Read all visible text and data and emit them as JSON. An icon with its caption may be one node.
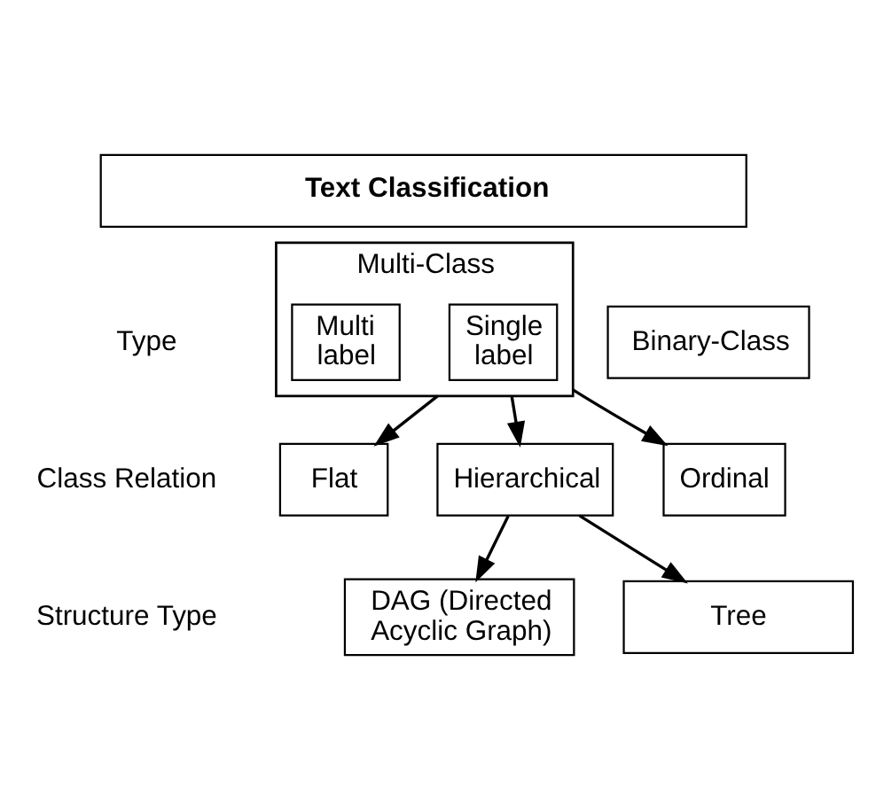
{
  "diagram": {
    "nodes": [
      {
        "text": [
          "Text Classification"
        ]
      },
      {
        "text": [
          "Multi-Class"
        ]
      },
      {
        "text": [
          "Single label"
        ],
        "in": 1
      },
      {
        "text": [
          "Multi label"
        ],
        "in": 1
      },
      {
        "text": [
          "Binary-Class"
        ]
      },
      {
        "text": [
          "Flat"
        ]
      },
      {
        "text": [
          "Hierarchical"
        ]
      },
      {
        "text": [
          "Ordinal"
        ]
      },
      {
        "text": [
          "DAG (Directed Acyclic Graph)"
        ]
      },
      {
        "text": [
          "Tree"
        ]
      }
    ],
    "edges": [
      {
        "from": 1,
        "to": 5,
        "arrow": "to"
      },
      {
        "from": 1,
        "to": 6,
        "arrow": "to"
      },
      {
        "from": 1,
        "to": 7,
        "arrow": "to"
      },
      {
        "from": 6,
        "to": 8,
        "arrow": "to"
      },
      {
        "from": 6,
        "to": 9,
        "arrow": "to"
      }
    ],
    "labels": [
      "Type",
      "Class Relation",
      "Structure Type"
    ]
  }
}
